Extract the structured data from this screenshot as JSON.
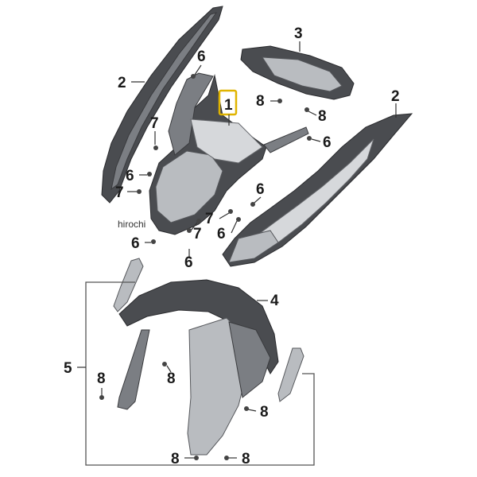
{
  "callouts": {
    "c1": "1",
    "c2a": "2",
    "c2b": "2",
    "c3": "3",
    "c4": "4",
    "c5": "5",
    "c6a": "6",
    "c6b": "6",
    "c6c": "6",
    "c6d": "6",
    "c6e": "6",
    "c6f": "6",
    "c6g": "6",
    "c7a": "7",
    "c7b": "7",
    "c7c": "7",
    "c7d": "7",
    "c8a": "8",
    "c8b": "8",
    "c8c": "8",
    "c8d": "8",
    "c8e": "8",
    "c8f": "8"
  },
  "watermark": "hirochi",
  "colors": {
    "highlight": "#e0b400",
    "part_dark": "#4a4c50",
    "part_light": "#b9bcc0"
  }
}
